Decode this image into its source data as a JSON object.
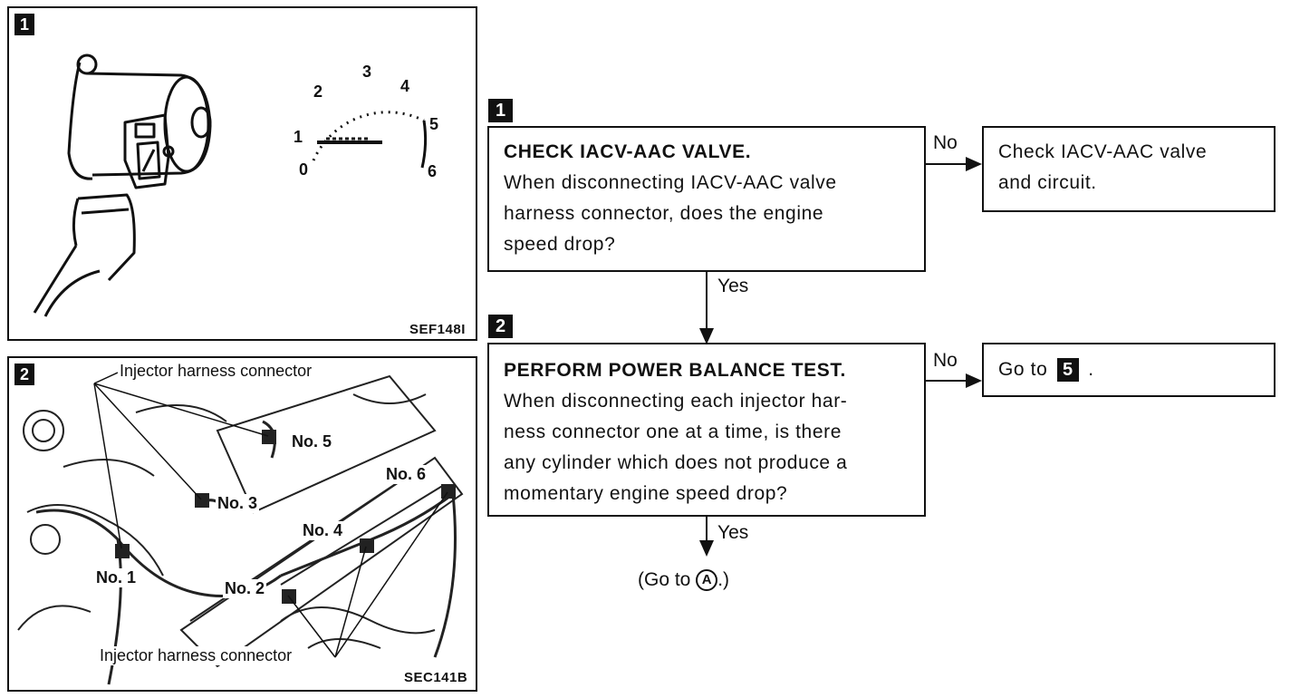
{
  "figure1": {
    "tag": "1",
    "code": "SEF148I",
    "gauge_ticks": [
      "0",
      "1",
      "2",
      "3",
      "4",
      "5",
      "6"
    ]
  },
  "figure2": {
    "tag": "2",
    "code": "SEC141B",
    "label_top": "Injector harness connector",
    "label_bottom": "Injector harness connector",
    "no1": "No. 1",
    "no2": "No. 2",
    "no3": "No. 3",
    "no4": "No. 4",
    "no5": "No. 5",
    "no6": "No. 6"
  },
  "step1": {
    "tag": "1",
    "title": "CHECK IACV-AAC VALVE.",
    "lines": [
      "When disconnecting IACV-AAC valve",
      "harness connector, does the engine",
      "speed drop?"
    ],
    "no_label": "No",
    "yes_label": "Yes",
    "no_result_lines": [
      "Check IACV-AAC valve",
      "and circuit."
    ]
  },
  "step2": {
    "tag": "2",
    "title": "PERFORM POWER BALANCE TEST.",
    "lines": [
      "When disconnecting each injector har-",
      "ness connector one at a time, is there",
      "any cylinder which does not produce a",
      "momentary engine speed drop?"
    ],
    "no_label": "No",
    "yes_label": "Yes",
    "no_result_prefix": "Go to",
    "no_result_tag": "5",
    "no_result_suffix": "."
  },
  "goto": {
    "prefix": "(Go to",
    "circle": "A",
    "suffix": ".)"
  }
}
